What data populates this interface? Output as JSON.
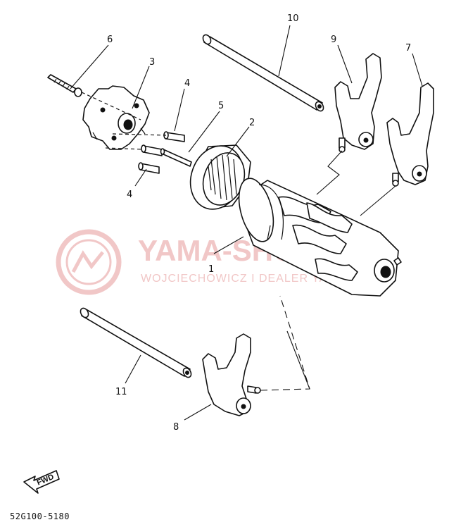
{
  "diagram": {
    "callouts": [
      {
        "id": "c1",
        "text": "1"
      },
      {
        "id": "c2",
        "text": "2"
      },
      {
        "id": "c3",
        "text": "3"
      },
      {
        "id": "c4a",
        "text": "4"
      },
      {
        "id": "c4b",
        "text": "4"
      },
      {
        "id": "c5",
        "text": "5"
      },
      {
        "id": "c6",
        "text": "6"
      },
      {
        "id": "c7",
        "text": "7"
      },
      {
        "id": "c8",
        "text": "8"
      },
      {
        "id": "c9",
        "text": "9"
      },
      {
        "id": "c10",
        "text": "10"
      },
      {
        "id": "c11",
        "text": "11"
      }
    ],
    "direction_label": "FWD",
    "figure_code": "52G100-5180"
  },
  "watermark": {
    "main": "YAMA-SHOP.PL",
    "sub": "WOJCIECHOWICZ I DEALER YAMAHA",
    "color": "#f1c7c7"
  }
}
